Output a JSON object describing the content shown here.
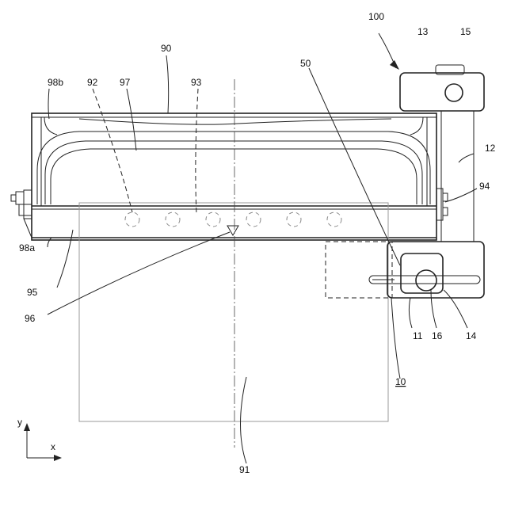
{
  "labels": {
    "l100": "100",
    "l13": "13",
    "l15": "15",
    "l90": "90",
    "l50": "50",
    "l98b": "98b",
    "l92": "92",
    "l97": "97",
    "l93": "93",
    "l12": "12",
    "l94": "94",
    "l98a": "98a",
    "l95": "95",
    "l96": "96",
    "l11": "11",
    "l16": "16",
    "l14": "14",
    "l10": "10",
    "l91": "91"
  },
  "axes": {
    "y": "y",
    "x": "x"
  }
}
